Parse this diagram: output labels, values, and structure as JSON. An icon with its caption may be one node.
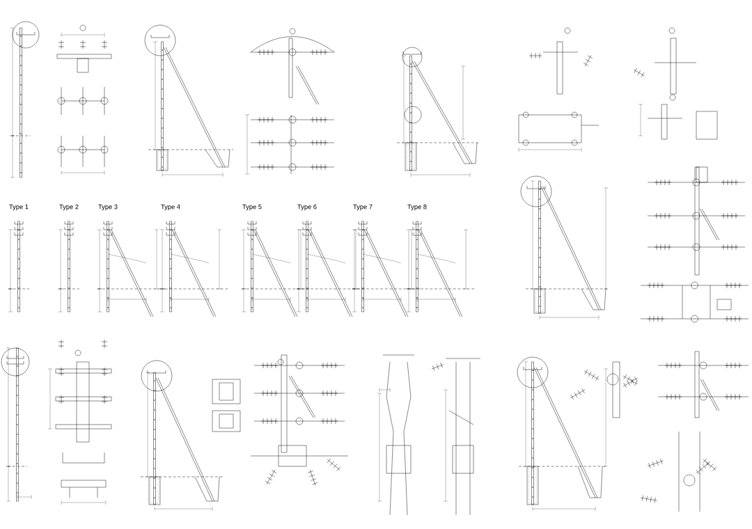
{
  "diagram": {
    "labels": [
      "Type 1",
      "Type 2",
      "Type 3",
      "Type 4",
      "Type 5",
      "Type 6",
      "Type 7",
      "Type 8"
    ]
  }
}
